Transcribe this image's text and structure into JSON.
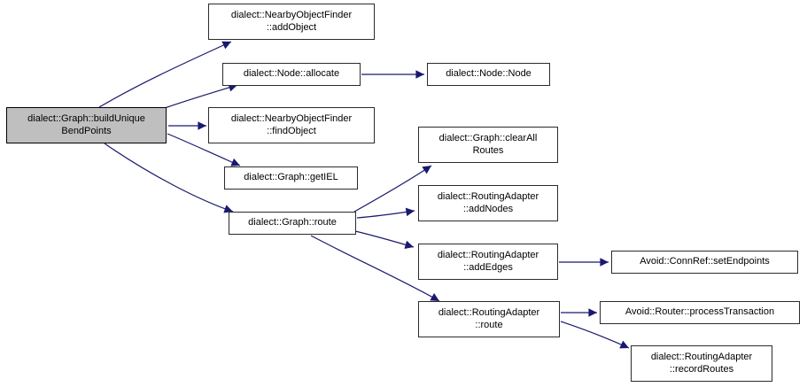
{
  "diagram": {
    "kind": "doxygen-call-graph",
    "colors": {
      "edge": "#191970",
      "node_fill": "#ffffff",
      "node_border": "#000000",
      "highlight_fill": "#bfbfbf",
      "background": "#ffffff",
      "text": "#000000"
    },
    "nodes": [
      {
        "id": "buildUniqueBendPoints",
        "lines": [
          "dialect::Graph::buildUnique",
          "BendPoints"
        ],
        "highlighted": true
      },
      {
        "id": "addObject",
        "lines": [
          "dialect::NearbyObjectFinder",
          "::addObject"
        ],
        "highlighted": false
      },
      {
        "id": "allocate",
        "lines": [
          "dialect::Node::allocate"
        ],
        "highlighted": false
      },
      {
        "id": "nodeNode",
        "lines": [
          "dialect::Node::Node"
        ],
        "highlighted": false
      },
      {
        "id": "findObject",
        "lines": [
          "dialect::NearbyObjectFinder",
          "::findObject"
        ],
        "highlighted": false
      },
      {
        "id": "getIEL",
        "lines": [
          "dialect::Graph::getIEL"
        ],
        "highlighted": false
      },
      {
        "id": "route",
        "lines": [
          "dialect::Graph::route"
        ],
        "highlighted": false
      },
      {
        "id": "clearAllRoutes",
        "lines": [
          "dialect::Graph::clearAll",
          "Routes"
        ],
        "highlighted": false
      },
      {
        "id": "addNodes",
        "lines": [
          "dialect::RoutingAdapter",
          "::addNodes"
        ],
        "highlighted": false
      },
      {
        "id": "addEdges",
        "lines": [
          "dialect::RoutingAdapter",
          "::addEdges"
        ],
        "highlighted": false
      },
      {
        "id": "routingAdapterRoute",
        "lines": [
          "dialect::RoutingAdapter",
          "::route"
        ],
        "highlighted": false
      },
      {
        "id": "setEndpoints",
        "lines": [
          "Avoid::ConnRef::setEndpoints"
        ],
        "highlighted": false
      },
      {
        "id": "processTransaction",
        "lines": [
          "Avoid::Router::processTransaction"
        ],
        "highlighted": false
      },
      {
        "id": "recordRoutes",
        "lines": [
          "dialect::RoutingAdapter",
          "::recordRoutes"
        ],
        "highlighted": false
      }
    ],
    "edges": [
      {
        "from": "buildUniqueBendPoints",
        "to": "addObject"
      },
      {
        "from": "buildUniqueBendPoints",
        "to": "allocate"
      },
      {
        "from": "buildUniqueBendPoints",
        "to": "findObject"
      },
      {
        "from": "buildUniqueBendPoints",
        "to": "getIEL"
      },
      {
        "from": "buildUniqueBendPoints",
        "to": "route"
      },
      {
        "from": "allocate",
        "to": "nodeNode"
      },
      {
        "from": "route",
        "to": "clearAllRoutes"
      },
      {
        "from": "route",
        "to": "addNodes"
      },
      {
        "from": "route",
        "to": "addEdges"
      },
      {
        "from": "route",
        "to": "routingAdapterRoute"
      },
      {
        "from": "addEdges",
        "to": "setEndpoints"
      },
      {
        "from": "routingAdapterRoute",
        "to": "processTransaction"
      },
      {
        "from": "routingAdapterRoute",
        "to": "recordRoutes"
      }
    ]
  }
}
